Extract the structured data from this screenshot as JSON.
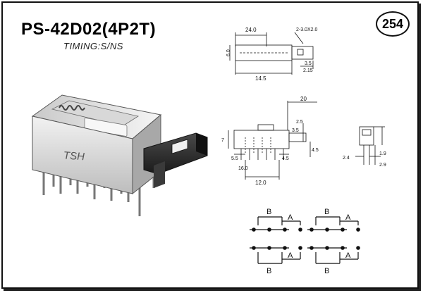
{
  "header": {
    "part_number": "PS-42D02(4P2T)",
    "timing": "TIMING:S/NS",
    "page_badge": "254"
  },
  "photo": {
    "brand_mark": "TSH"
  },
  "dimensions": {
    "top_view": [
      "24.0",
      "2-3.0X2.0",
      "6.0",
      "3.5",
      "14.5",
      "2.15"
    ],
    "side_view": [
      "20",
      "2.5",
      "3.5",
      "7",
      "4.5",
      "12.0",
      "16.0",
      "5.5",
      "4.5"
    ],
    "end_view": [
      "2.4",
      "1.9",
      "2.9"
    ]
  },
  "schematic": {
    "labels": [
      "B",
      "A",
      "B",
      "A",
      "A",
      "B",
      "A",
      "B"
    ]
  },
  "colors": {
    "ink": "#111111",
    "frame": "#111111",
    "metal_light": "#e6e6e6",
    "metal_dark": "#8c8c8c",
    "actuator": "#2b2b2b"
  }
}
